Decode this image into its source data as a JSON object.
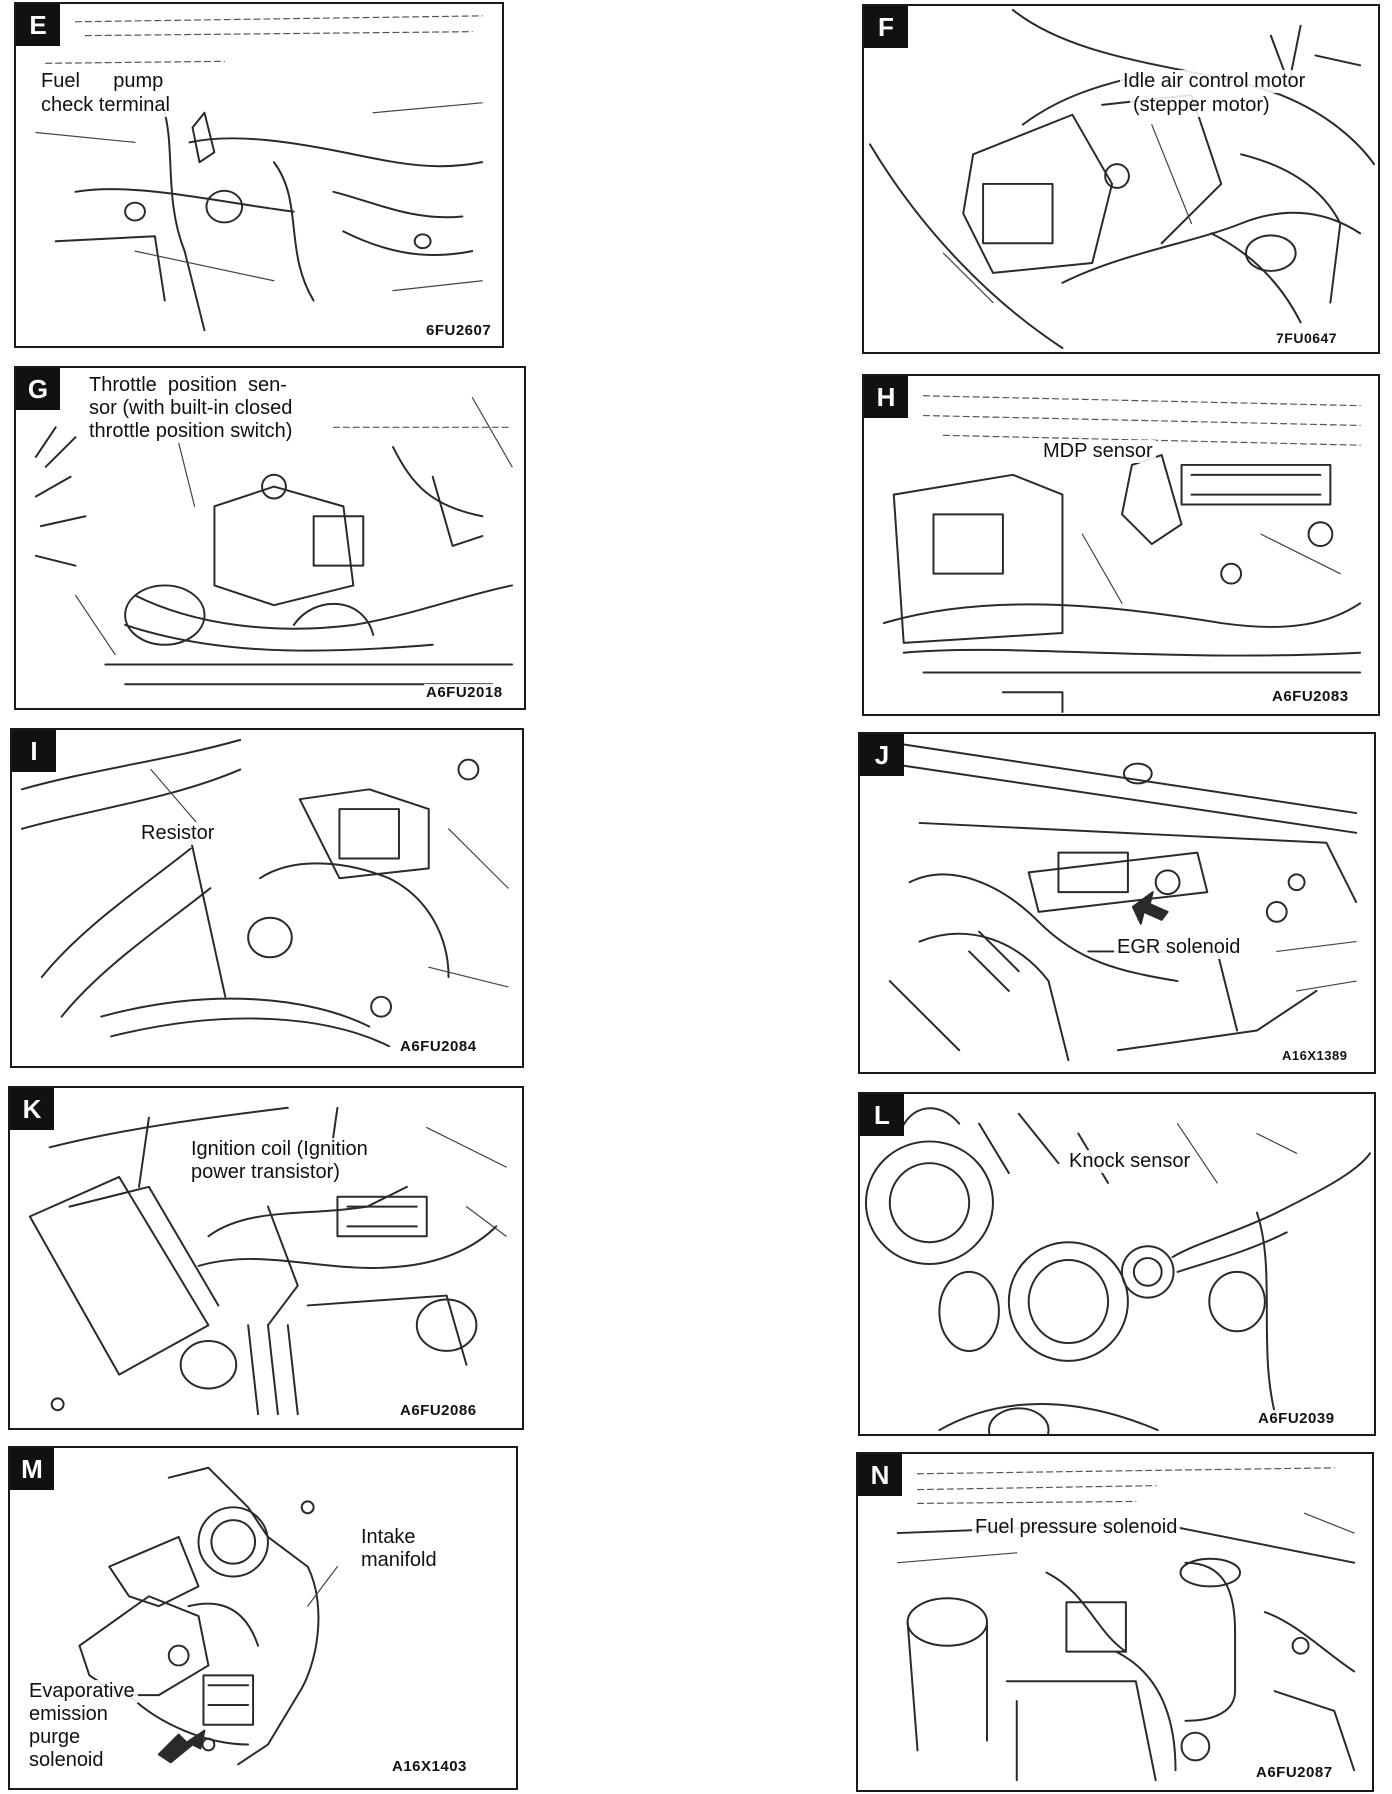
{
  "panels": {
    "E": {
      "letter": "E",
      "label_line1": "Fuel      pump",
      "label_line2": "check terminal",
      "code": "6FU2607"
    },
    "F": {
      "letter": "F",
      "label_line1": "Idle air control motor",
      "label_line2": "(stepper motor)",
      "code": "7FU0647"
    },
    "G": {
      "letter": "G",
      "label_line1": "Throttle  position  sen-",
      "label_line2": "sor (with built-in closed",
      "label_line3": "throttle position switch)",
      "code": "A6FU2018"
    },
    "H": {
      "letter": "H",
      "label_line1": "MDP sensor",
      "code": "A6FU2083"
    },
    "I": {
      "letter": "I",
      "label_line1": "Resistor",
      "code": "A6FU2084"
    },
    "J": {
      "letter": "J",
      "label_line1": "EGR solenoid",
      "code": "A16X1389"
    },
    "K": {
      "letter": "K",
      "label_line1": "Ignition coil (Ignition",
      "label_line2": "power transistor)",
      "code": "A6FU2086"
    },
    "L": {
      "letter": "L",
      "label_line1": "Knock sensor",
      "code": "A6FU2039"
    },
    "M": {
      "letter": "M",
      "label_intake_1": "Intake",
      "label_intake_2": "manifold",
      "label_evap_1": "Evaporative",
      "label_evap_2": "emission",
      "label_evap_3": "purge",
      "label_evap_4": "solenoid",
      "code": "A16X1403"
    },
    "N": {
      "letter": "N",
      "label_line1": "Fuel pressure solenoid",
      "code": "A6FU2087"
    }
  }
}
